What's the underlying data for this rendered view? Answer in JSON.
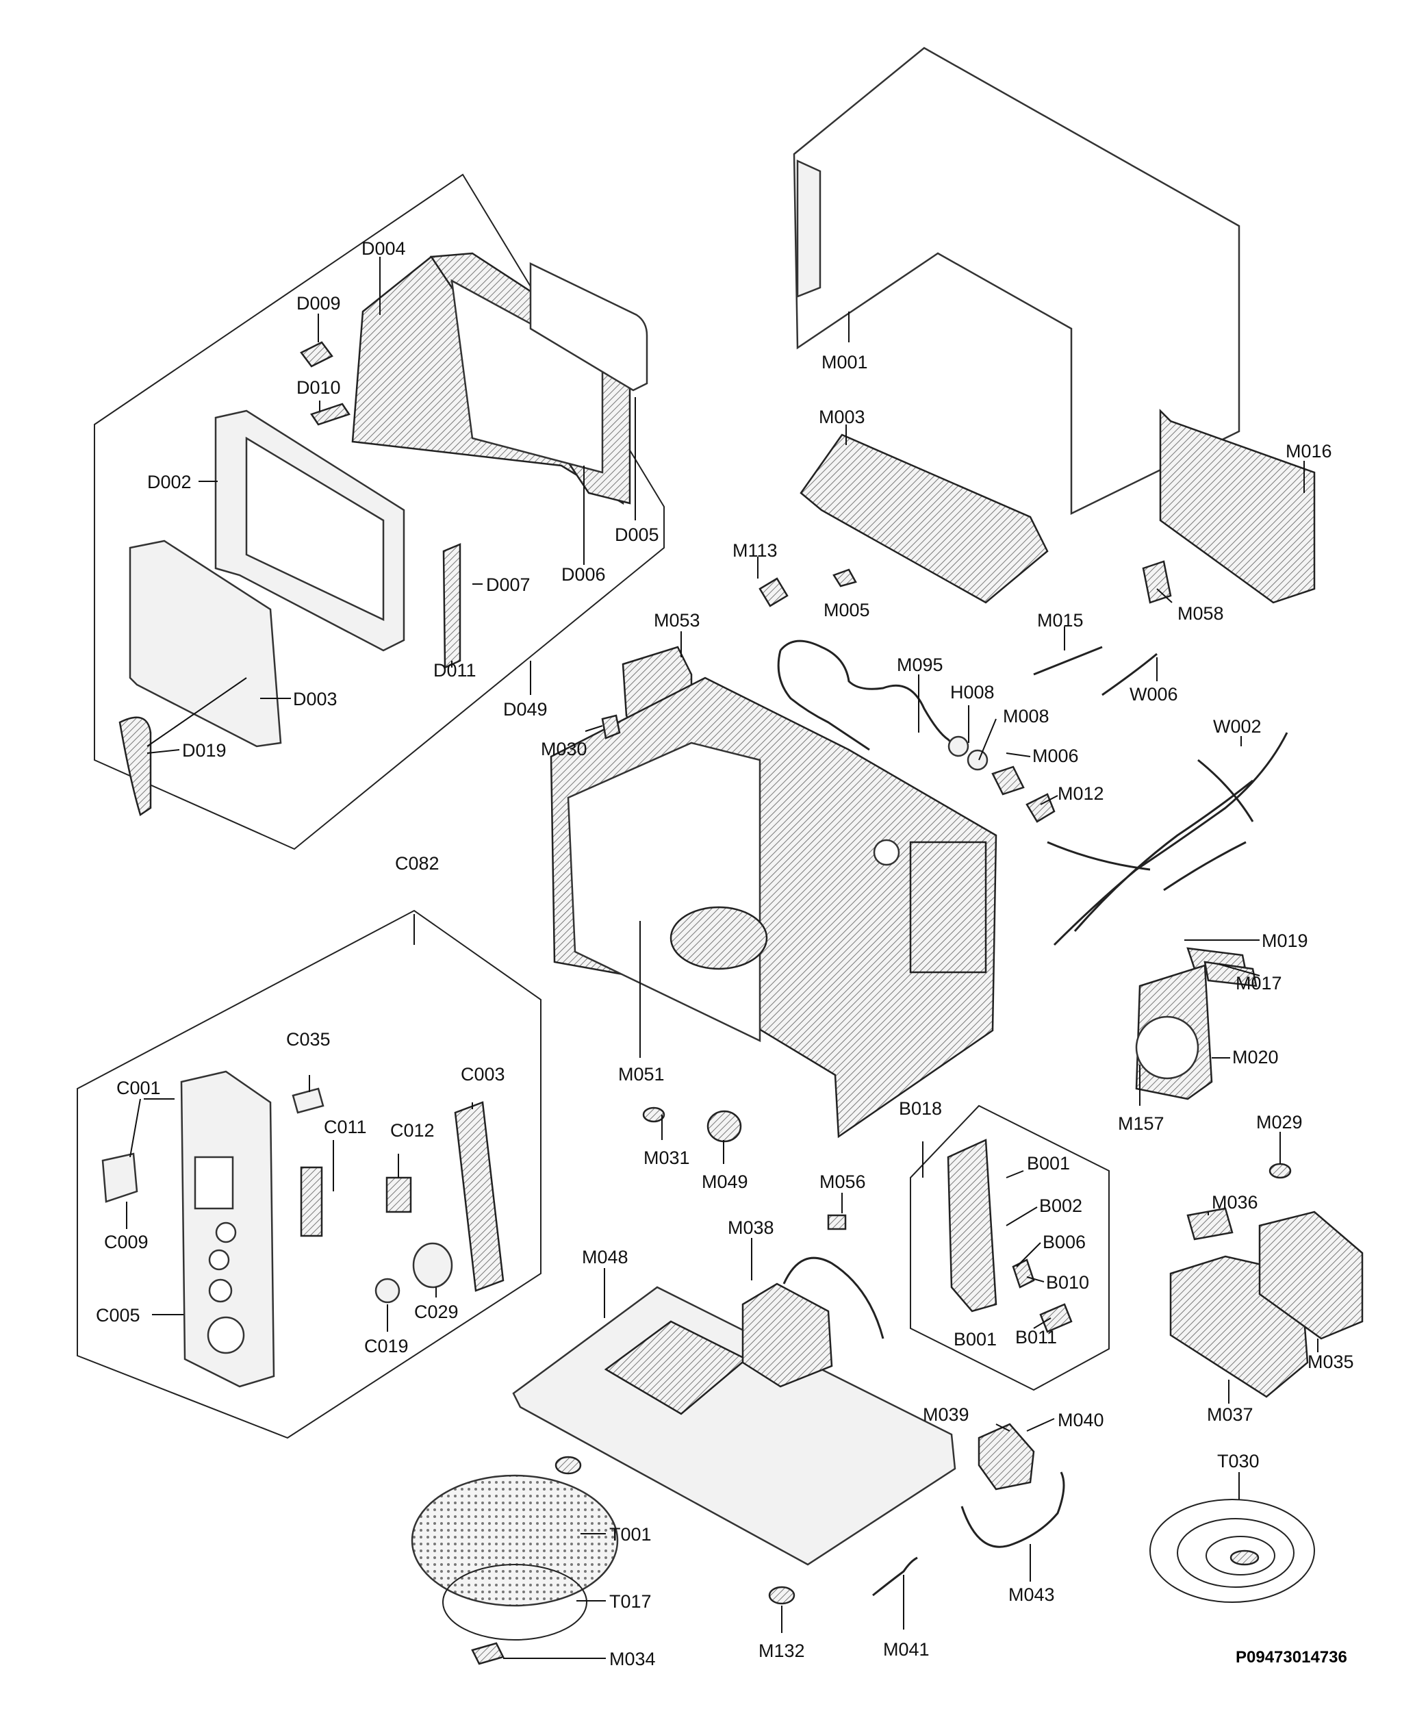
{
  "title": "",
  "document_code": "P09473014736",
  "groups": {
    "door_assembly": "D049",
    "control_panel_assembly": "C082",
    "bracket_assembly": "B018"
  },
  "labels": {
    "M001": "M001",
    "M003": "M003",
    "M016": "M016",
    "M113": "M113",
    "M005": "M005",
    "M058": "M058",
    "M015": "M015",
    "W006": "W006",
    "M095": "M095",
    "H008": "H008",
    "M008": "M008",
    "M006": "M006",
    "M012": "M012",
    "W002": "W002",
    "M053": "M053",
    "M030": "M030",
    "M019": "M019",
    "M017": "M017",
    "M020": "M020",
    "M157": "M157",
    "M051": "M051",
    "M031": "M031",
    "M049": "M049",
    "M056": "M056",
    "M038": "M038",
    "M048": "M048",
    "M029": "M029",
    "M036": "M036",
    "M035": "M035",
    "M037": "M037",
    "M039": "M039",
    "M040": "M040",
    "M043": "M043",
    "M041": "M041",
    "M132": "M132",
    "M034": "M034",
    "T001": "T001",
    "T017": "T017",
    "T030": "T030",
    "D004": "D004",
    "D009": "D009",
    "D010": "D010",
    "D002": "D002",
    "D005": "D005",
    "D006": "D006",
    "D007": "D007",
    "D011": "D011",
    "D003": "D003",
    "D019": "D019",
    "D049": "D049",
    "C082": "C082",
    "C001": "C001",
    "C035": "C035",
    "C003": "C003",
    "C011": "C011",
    "C012": "C012",
    "C009": "C009",
    "C005": "C005",
    "C019": "C019",
    "C029": "C029",
    "B018": "B018",
    "B001a": "B001",
    "B002": "B002",
    "B006": "B006",
    "B010": "B010",
    "B011": "B011",
    "B001b": "B001"
  }
}
